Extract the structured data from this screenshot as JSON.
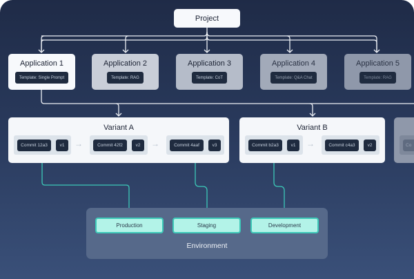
{
  "project": {
    "label": "Project"
  },
  "applications": [
    {
      "label": "Application 1",
      "template": "Template: Single Prompt",
      "active": true
    },
    {
      "label": "Application 2",
      "template": "Template: RAG"
    },
    {
      "label": "Application 3",
      "template": "Template: CoT"
    },
    {
      "label": "Application 4",
      "template": "Template: Q&A Chat"
    },
    {
      "label": "Application 5",
      "template": "Template: RAG"
    }
  ],
  "variants": [
    {
      "label": "Variant A",
      "commits": [
        {
          "commit": "Commit 12a3",
          "version": "v1"
        },
        {
          "commit": "Commit 42f2",
          "version": "v2"
        },
        {
          "commit": "Commit 4aaf",
          "version": "v3"
        }
      ]
    },
    {
      "label": "Variant B",
      "commits": [
        {
          "commit": "Commit b2a3",
          "version": "v1"
        },
        {
          "commit": "Commit c4a3",
          "version": "v2"
        }
      ]
    },
    {
      "partial_commit": "Co"
    }
  ],
  "environment": {
    "label": "Environment",
    "items": [
      "Production",
      "Staging",
      "Development"
    ]
  },
  "colors": {
    "accent": "#3cc9b8",
    "env_fill": "#b3f3e8",
    "connector": "#f2f4f8"
  }
}
